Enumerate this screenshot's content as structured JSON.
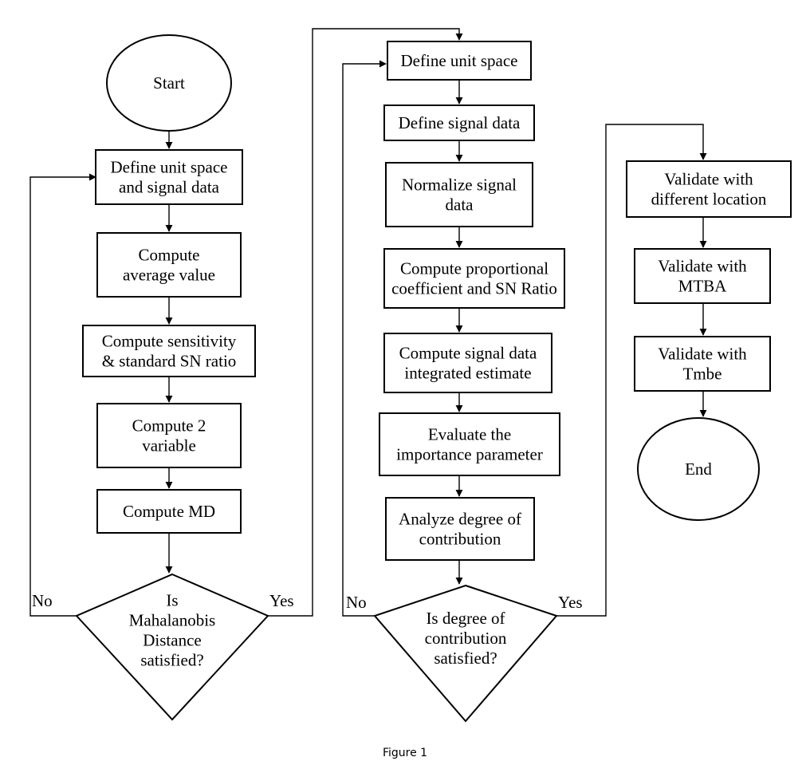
{
  "nodes": {
    "start": [
      "Start"
    ],
    "define_unit_signal": [
      "Define unit space",
      "and signal data"
    ],
    "compute_average": [
      "Compute",
      "average value"
    ],
    "compute_sensitivity": [
      "Compute sensitivity",
      "& standard SN ratio"
    ],
    "compute_2_variable": [
      "Compute 2",
      "variable"
    ],
    "compute_md": [
      "Compute MD"
    ],
    "decision_md": [
      "Is",
      "Mahalanobis",
      "Distance",
      "satisfied?"
    ],
    "define_unit_space": [
      "Define unit space"
    ],
    "define_signal_data": [
      "Define signal data"
    ],
    "normalize_signal": [
      "Normalize signal",
      "data"
    ],
    "compute_proportional": [
      "Compute proportional",
      "coefficient and SN Ratio"
    ],
    "compute_integrated": [
      "Compute signal data",
      "integrated estimate"
    ],
    "evaluate_importance": [
      "Evaluate the",
      "importance parameter"
    ],
    "analyze_contribution": [
      "Analyze degree of",
      "contribution"
    ],
    "decision_contribution": [
      "Is degree of",
      "contribution",
      "satisfied?"
    ],
    "validate_location": [
      "Validate with",
      "different location"
    ],
    "validate_mtba": [
      "Validate with",
      "MTBA"
    ],
    "validate_tmbe": [
      "Validate with",
      "Tmbe"
    ],
    "end": [
      "End"
    ]
  },
  "edge_labels": {
    "md_no": "No",
    "md_yes": "Yes",
    "contribution_no": "No",
    "contribution_yes": "Yes"
  },
  "caption": "Figure 1"
}
